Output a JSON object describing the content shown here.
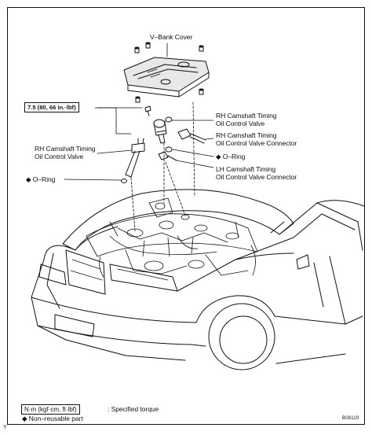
{
  "labels": {
    "v_bank_cover": "V–Bank Cover",
    "torque_spec": "7.5 (80, 66 in.·lbf)",
    "rh_ocv_top_line1": "RH Camshaft Timing",
    "rh_ocv_top_line2": "Oil Control Valve",
    "rh_ocv_conn_line1": "RH Camshaft Timing",
    "rh_ocv_conn_line2": "Oil Control Valve Connector",
    "oring_right": "◆ O–Ring",
    "lh_ocv_conn_line1": "LH Camshaft Timing",
    "lh_ocv_conn_line2": "Oil Control Valve Connector",
    "rh_ocv_left_line1": "RH Camshaft Timing",
    "rh_ocv_left_line2": "Oil Control Valve",
    "oring_left": "◆ O–Ring"
  },
  "legend": {
    "torque_unit": "N·m (kgf·cm, ft·lbf)",
    "torque_desc": ": Specified torque",
    "nonreusable": "◆  Non–reusable part"
  },
  "footer": {
    "y_mark": "Y",
    "figure_code": "B08119"
  }
}
